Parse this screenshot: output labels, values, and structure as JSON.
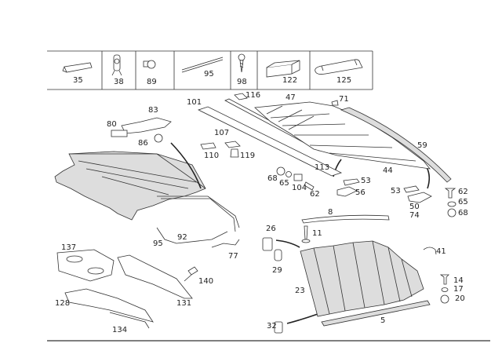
{
  "diagram": {
    "type": "exploded-parts-diagram",
    "subject": "convertible soft top assembly"
  },
  "header_parts": [
    {
      "number": "35",
      "shape": "channel-strip"
    },
    {
      "number": "38",
      "shape": "clip"
    },
    {
      "number": "89",
      "shape": "grommet"
    },
    {
      "number": "95",
      "shape": "cable"
    },
    {
      "number": "98",
      "shape": "screw"
    },
    {
      "number": "122",
      "shape": "block"
    },
    {
      "number": "125",
      "shape": "seal-profile"
    }
  ],
  "callouts": {
    "c101": "101",
    "c116": "116",
    "c47": "47",
    "c71": "71",
    "c83": "83",
    "c80": "80",
    "c86": "86",
    "c107": "107",
    "c110": "110",
    "c119": "119",
    "c113": "113",
    "c44": "44",
    "c59": "59",
    "c68a": "68",
    "c65a": "65",
    "c104": "104",
    "c62a": "62",
    "c53a": "53",
    "c56": "56",
    "c53b": "53",
    "c50": "50",
    "c74": "74",
    "c62b": "62",
    "c65b": "65",
    "c68b": "68",
    "c8": "8",
    "c11": "11",
    "c26": "26",
    "c29": "29",
    "c95": "95",
    "c92": "92",
    "c77": "77",
    "c41": "41",
    "c23": "23",
    "c14": "14",
    "c17": "17",
    "c20": "20",
    "c137": "137",
    "c140": "140",
    "c128": "128",
    "c131": "131",
    "c134": "134",
    "c32": "32",
    "c5": "5"
  }
}
